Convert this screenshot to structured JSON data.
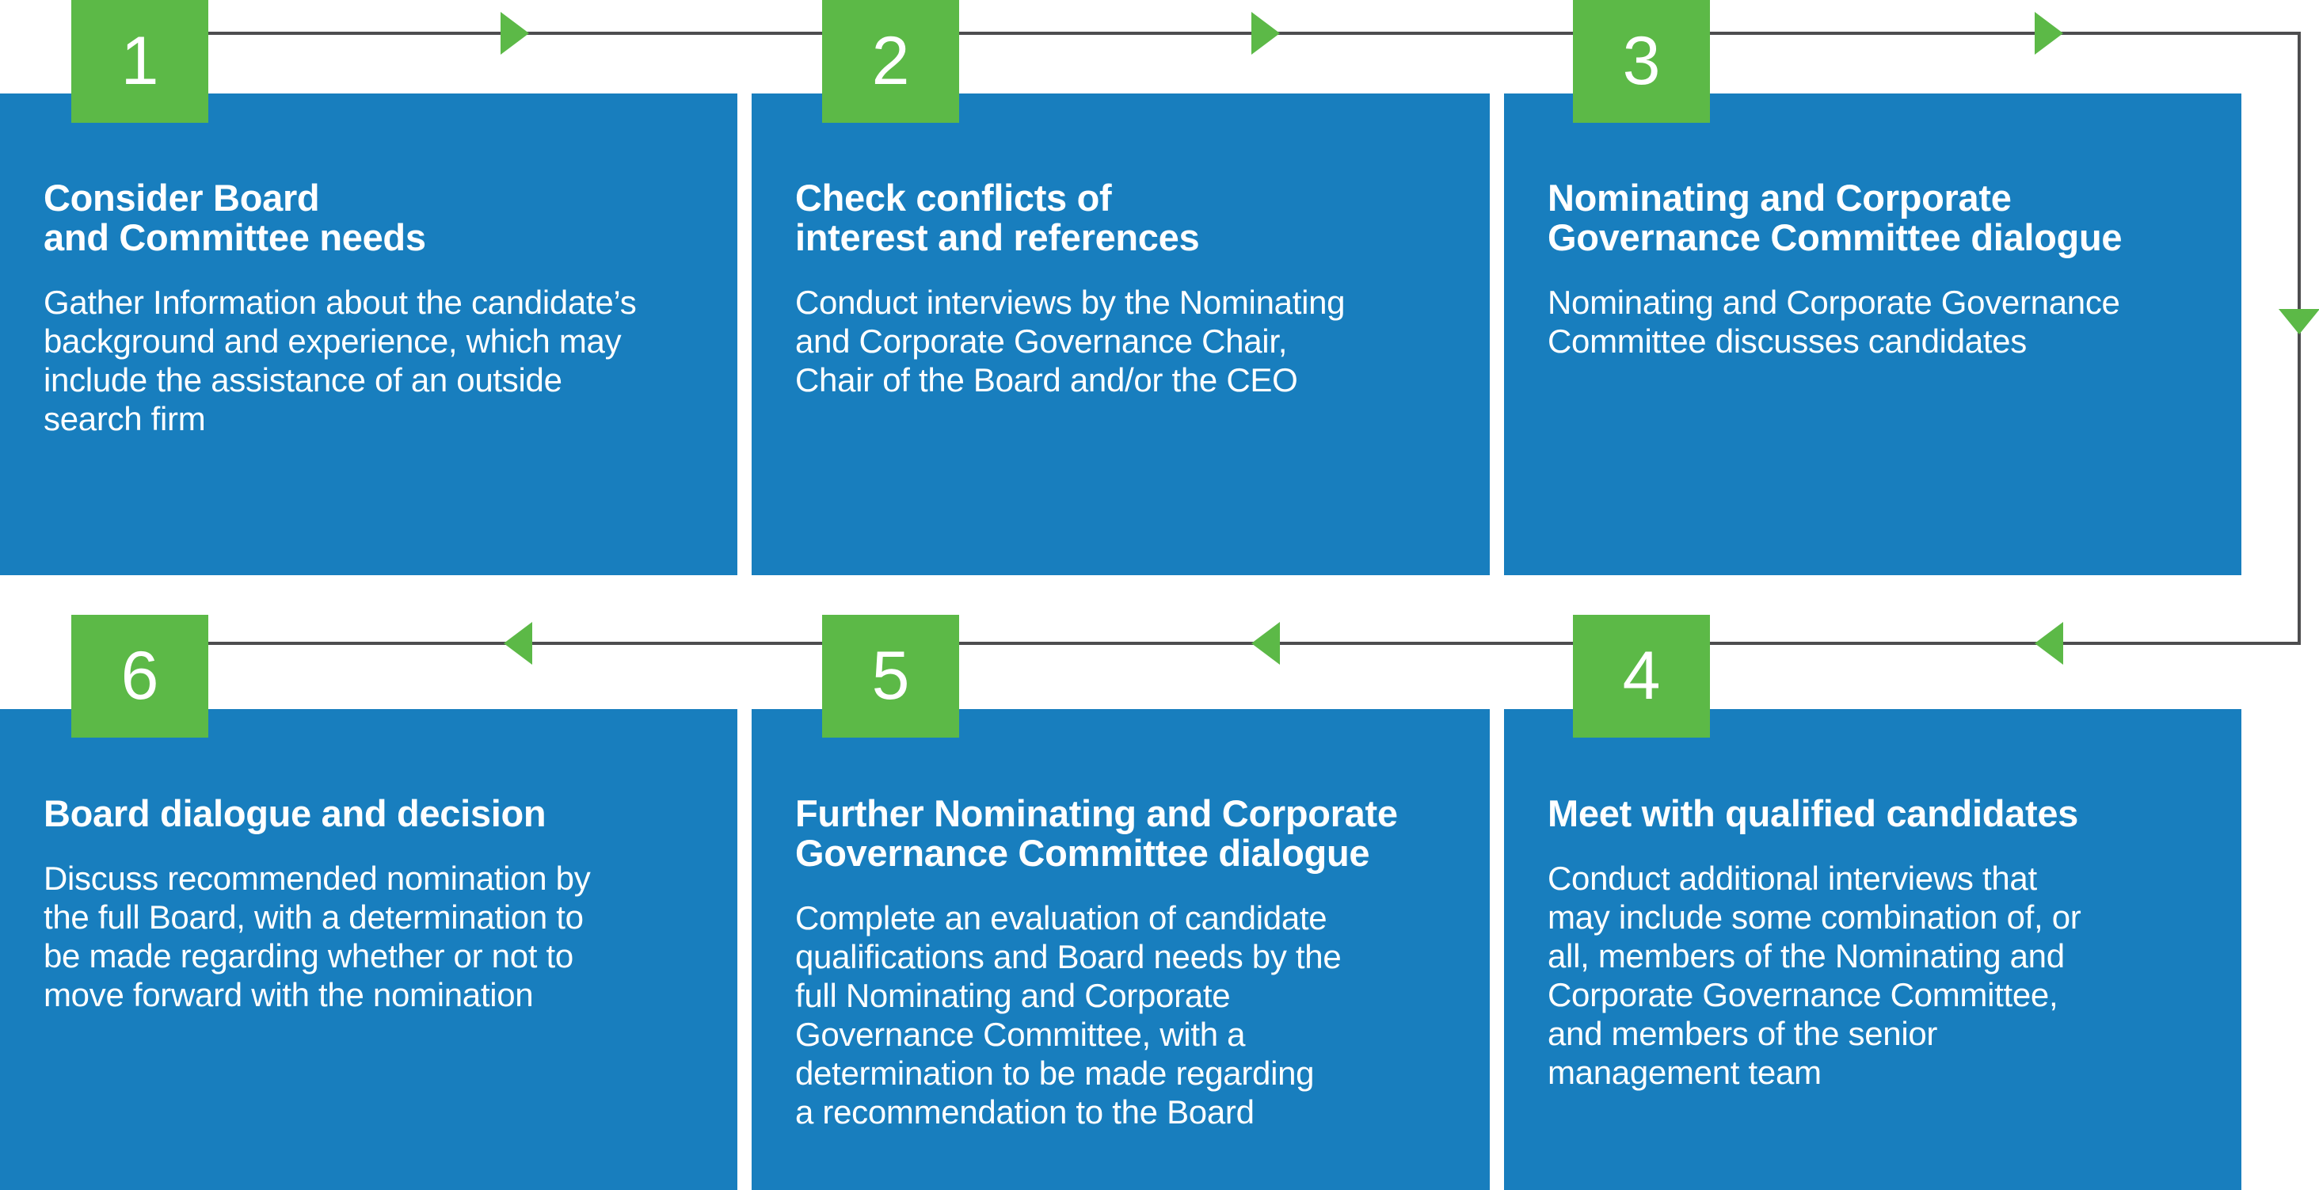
{
  "diagram": {
    "type": "process-flow",
    "colors": {
      "card_blue": "#187EBE",
      "accent_green": "#5CB947",
      "connector_gray": "#4D4D4F",
      "text_white": "#FFFFFF"
    },
    "flow_icons": {
      "top_row": "arrow-right",
      "right_edge": "arrow-down",
      "bottom_row": "arrow-left"
    },
    "steps": [
      {
        "number": "1",
        "title": "Consider Board\nand Committee needs",
        "body": "Gather Information about the candidate’s\nbackground and experience, which may\ninclude the assistance of an outside\nsearch firm"
      },
      {
        "number": "2",
        "title": "Check conflicts of\ninterest and references",
        "body": "Conduct interviews by the Nominating\nand Corporate Governance Chair,\nChair of the Board and/or the CEO"
      },
      {
        "number": "3",
        "title": "Nominating and Corporate\nGovernance Committee dialogue",
        "body": "Nominating and Corporate Governance\nCommittee discusses candidates"
      },
      {
        "number": "4",
        "title": "Meet with qualified candidates",
        "body": "Conduct additional interviews that\nmay include some combination of, or\nall, members of the Nominating and\nCorporate Governance Committee,\nand members of the senior\nmanagement team"
      },
      {
        "number": "5",
        "title": "Further Nominating and Corporate\nGovernance Committee dialogue",
        "body": "Complete an evaluation of candidate\nqualifications and Board needs by the\nfull Nominating and Corporate\nGovernance Committee, with a\ndetermination to be made regarding\na recommendation to the Board"
      },
      {
        "number": "6",
        "title": "Board dialogue and decision",
        "body": "Discuss recommended nomination by\nthe full Board, with a determination to\nbe made regarding whether or not to\nmove forward with the nomination"
      }
    ]
  }
}
